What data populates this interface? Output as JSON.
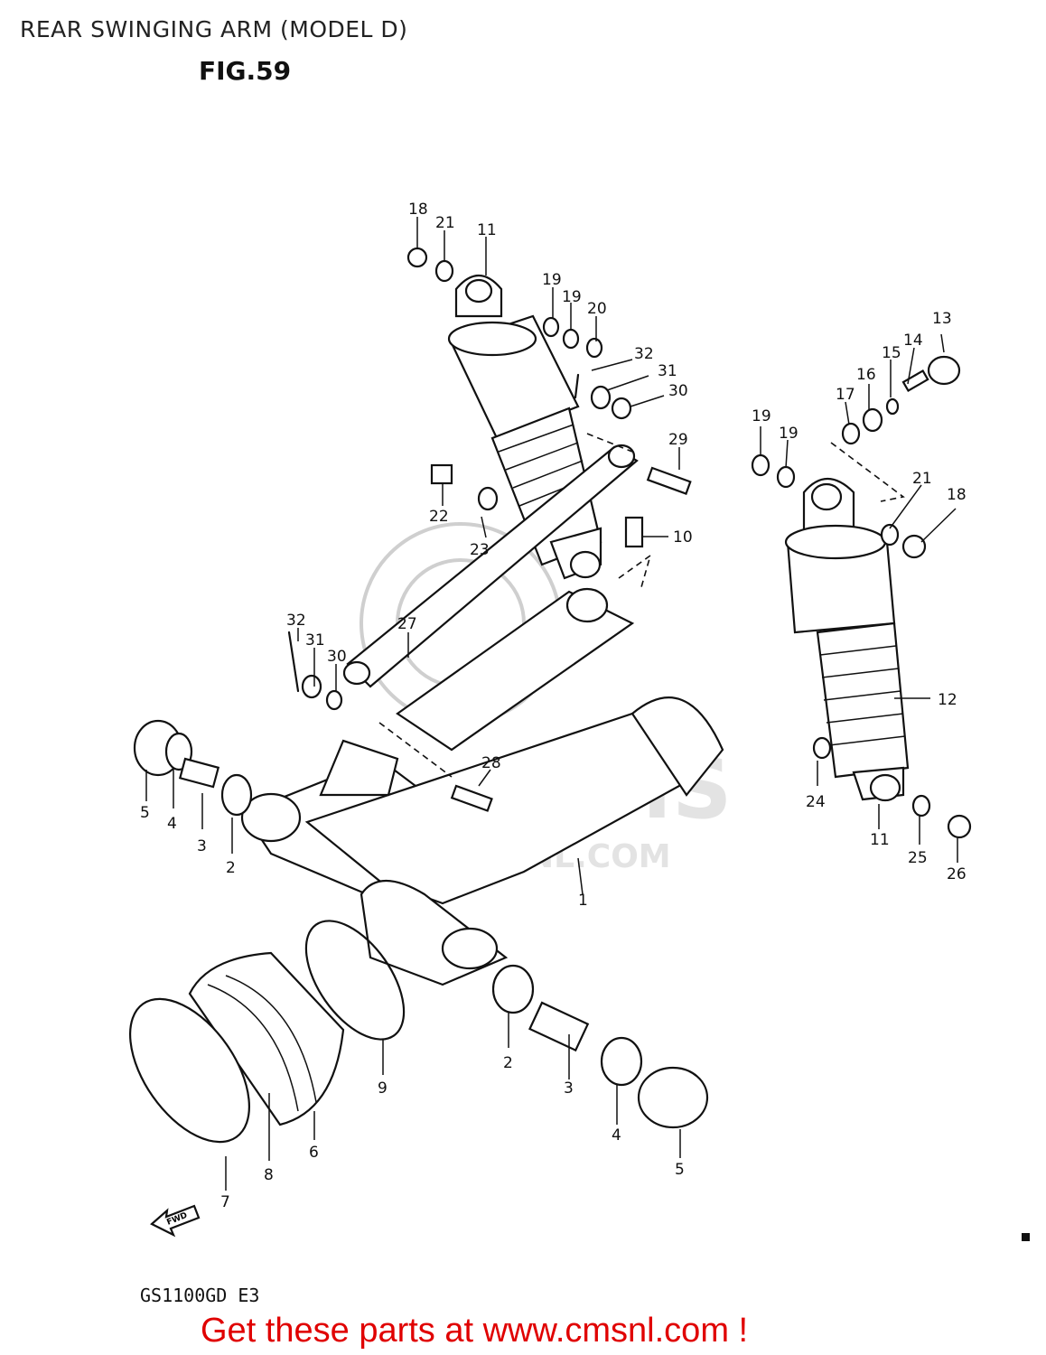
{
  "header": {
    "title": "REAR SWINGING ARM (MODEL D)",
    "fig": "FIG.59"
  },
  "footer": {
    "model_code": "GS1100GD E3",
    "cta": "Get these parts at www.cmsnl.com !"
  },
  "watermark": {
    "brand": "CMS",
    "url": "WWW.CMSNL.COM"
  },
  "direction_marker": "FWD",
  "callouts": [
    "18",
    "21",
    "11",
    "19",
    "19",
    "20",
    "32",
    "31",
    "30",
    "29",
    "22",
    "23",
    "10",
    "27",
    "32",
    "31",
    "30",
    "28",
    "5",
    "4",
    "3",
    "2",
    "1",
    "13",
    "14",
    "15",
    "16",
    "17",
    "19",
    "19",
    "21",
    "18",
    "12",
    "24",
    "11",
    "25",
    "26",
    "9",
    "8",
    "7",
    "6",
    "2",
    "3",
    "4",
    "5"
  ]
}
